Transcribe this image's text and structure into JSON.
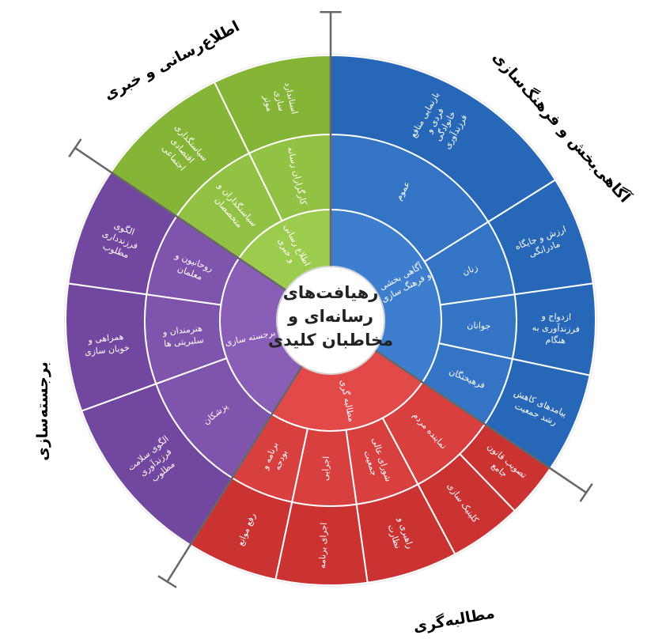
{
  "diagram": {
    "center_lines": [
      "رهیافت‌های",
      "رسانه‌ای و",
      "مخاطبان کلیدی"
    ],
    "sectors": [
      {
        "id": "awareness",
        "title": "آگاهی‌بخش و فرهنگ‌سازی",
        "color": "#2f6fc0",
        "inner_label": "آگاهی بخشی و فرهنگ سازی",
        "middle": [
          {
            "label": "عموم",
            "outer": [
              "بازنمایی منافع",
              "فردی و",
              "خانوادگی",
              "فرزندآوری"
            ]
          },
          {
            "label": "زنان",
            "outer": [
              "ارزش و جایگاه",
              "مادرانگی"
            ]
          },
          {
            "label": "جوانان",
            "outer": [
              "ازدواج و",
              "فرزندآوری به",
              "هنگام"
            ]
          },
          {
            "label": "فرهیختگان",
            "outer": [
              "پیامدهای کاهش",
              "رشد جمعیت"
            ]
          }
        ]
      },
      {
        "id": "advocacy",
        "title": "مطالبه‌گری",
        "color": "#d33a3a",
        "inner_label": "مطالبه گری",
        "middle": [
          {
            "label": "نماینده مردم",
            "outer": [
              "تصویب قانون",
              "جامع"
            ],
            "outer2": [
              "کلینیک سازی"
            ]
          },
          {
            "label": "شورای عالی جمعیت",
            "outer": [
              "راهبری و",
              "نظارت"
            ]
          },
          {
            "label": "اجرایی",
            "outer": [
              "اجرای برنامه"
            ]
          },
          {
            "label": "برنامه و بودجه",
            "outer": [
              "رفع موانع"
            ]
          }
        ]
      },
      {
        "id": "highlighting",
        "title": "برجسته‌سازی",
        "color": "#7a4fa8",
        "inner_label": "برجسته سازی",
        "middle": [
          {
            "label": "پزشکان",
            "outer": [
              "الگوی سلامت",
              "فرزندآوری",
              "مطلوب"
            ]
          },
          {
            "label": "هنرمندان و سلبریتی ها",
            "outer": [
              "همراهی و",
              "خوبان سازی"
            ]
          },
          {
            "label": "روحانیون و معلمان",
            "outer": [
              "الگوی",
              "فرزندداری",
              "مطلوب"
            ]
          }
        ]
      },
      {
        "id": "news",
        "title": "اطلاع‌رسانی و خبری",
        "color": "#8cbd3f",
        "inner_label": "اطلاع رسانی و خبری",
        "middle": [
          {
            "label": "سیاستگذاران و متخصصان",
            "outer": [
              "سیاستگذاری",
              "اقتصادی",
              "اجتماعی"
            ]
          },
          {
            "label": "کارگزاران رسانه",
            "outer": [
              "استاندارد",
              "سازی",
              "موثر"
            ]
          }
        ]
      }
    ]
  }
}
